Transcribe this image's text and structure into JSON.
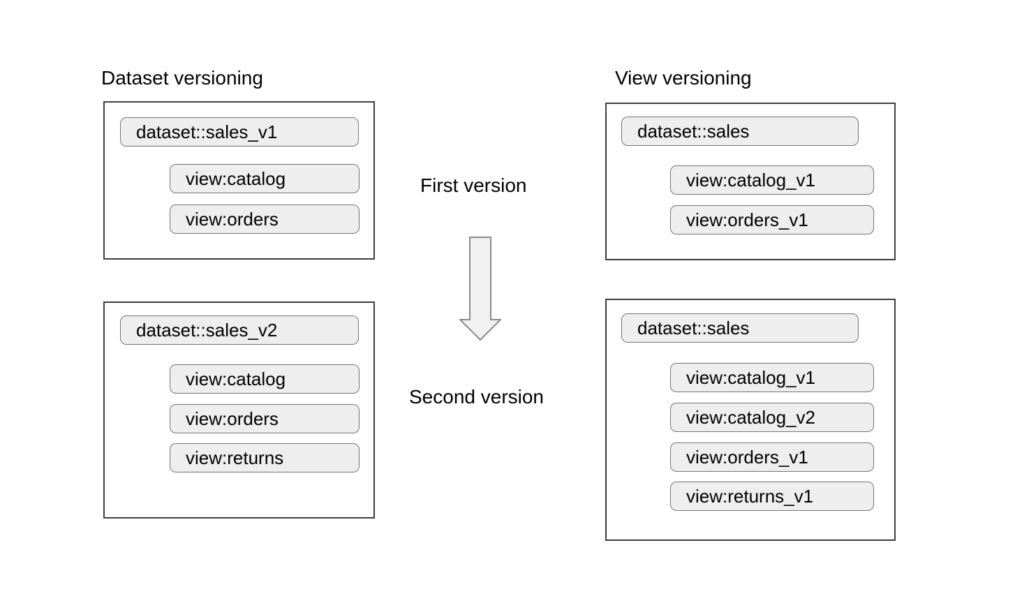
{
  "diagram": {
    "left_column": {
      "title": "Dataset versioning",
      "first_box": {
        "dataset": "dataset::sales_v1",
        "views": [
          "view:catalog",
          "view:orders"
        ]
      },
      "second_box": {
        "dataset": "dataset::sales_v2",
        "views": [
          "view:catalog",
          "view:orders",
          "view:returns"
        ]
      }
    },
    "right_column": {
      "title": "View versioning",
      "first_box": {
        "dataset": "dataset::sales",
        "views": [
          "view:catalog_v1",
          "view:orders_v1"
        ]
      },
      "second_box": {
        "dataset": "dataset::sales",
        "views": [
          "view:catalog_v1",
          "view:catalog_v2",
          "view:orders_v1",
          "view:returns_v1"
        ]
      }
    },
    "center": {
      "first_label": "First version",
      "second_label": "Second version",
      "arrow": "down-arrow"
    },
    "colors": {
      "background": "#ffffff",
      "text": "#000000",
      "box_border": "#3c3c3c",
      "pill_fill": "#eeeeee",
      "pill_border": "#737373",
      "arrow_fill": "#f1f1f1",
      "arrow_border": "#8a8a8a"
    }
  }
}
